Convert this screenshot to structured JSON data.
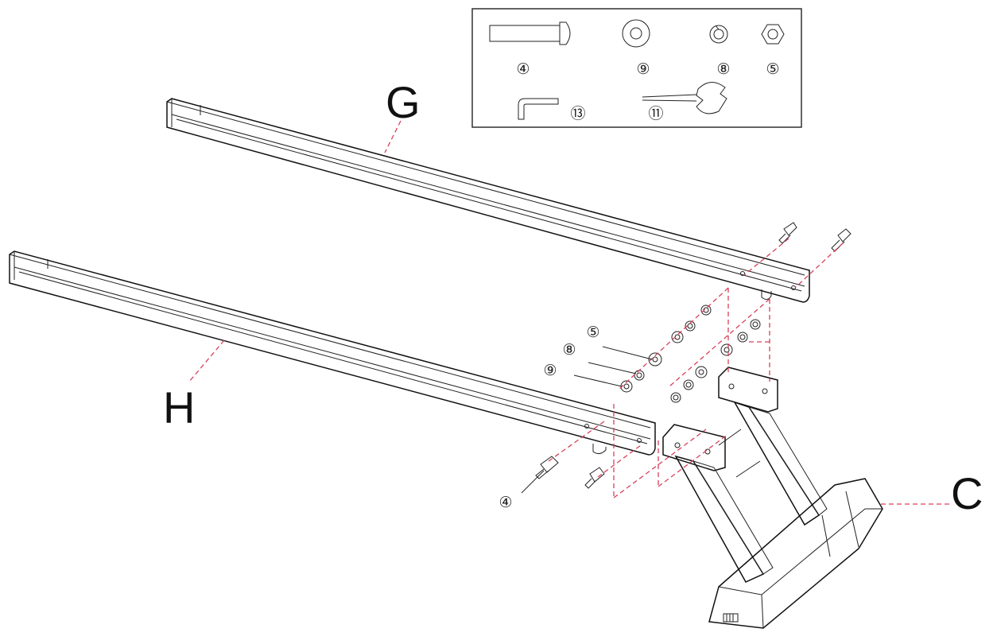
{
  "labels": {
    "part_g": "G",
    "part_h": "H",
    "part_c": "C"
  },
  "hardware_box": {
    "bolt": "④",
    "flat_washer": "⑨",
    "spring_washer": "⑧",
    "nut": "⑤",
    "allen_key": "⑬",
    "spanner": "⑪"
  },
  "callouts": {
    "nut": "⑤",
    "spring_washer": "⑧",
    "flat_washer": "⑨",
    "bolt": "④"
  },
  "colors": {
    "line": "#111111",
    "leader": "#d9405a"
  }
}
